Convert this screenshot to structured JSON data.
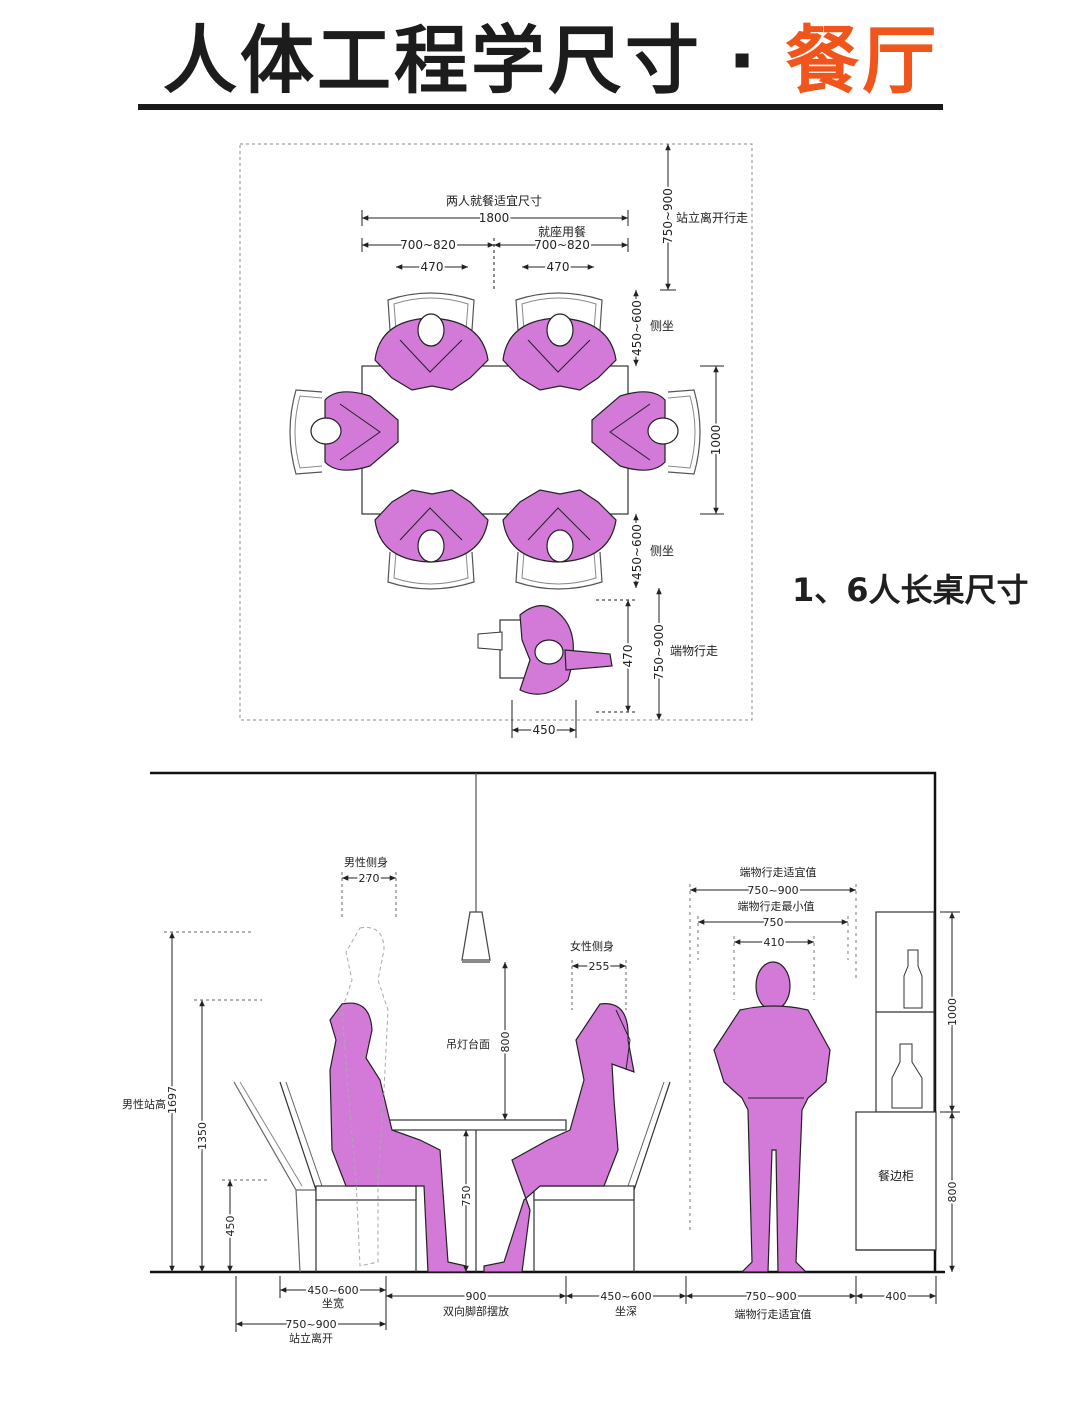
{
  "title": {
    "main": "人体工程学尺寸",
    "separator": "·",
    "accent": "餐厅"
  },
  "section_label": "1、6人长桌尺寸",
  "colors": {
    "figure": "#d37ad9",
    "accent": "#f0551c",
    "line": "#222222"
  },
  "plan": {
    "two_person_label": "两人就餐适宜尺寸",
    "total_width": "1800",
    "seat_width_left": "700~820",
    "seat_width_right": "700~820",
    "dining_label": "就座用餐",
    "chair_width_left": "470",
    "chair_width_right": "470",
    "standing_clearance": "750~900",
    "standing_label": "站立离开行走",
    "side_seat_depth_top": "450~600",
    "side_seat_label_top": "侧坐",
    "side_seat_depth_bottom": "450~600",
    "side_seat_label_bottom": "侧坐",
    "table_depth": "1000",
    "serving_person_depth": "470",
    "serving_clearance": "750~900",
    "serving_label": "端物行走",
    "serving_person_width": "450"
  },
  "elevation": {
    "male_side_label": "男性侧身",
    "male_side_width": "270",
    "female_side_label": "女性侧身",
    "female_side_width": "255",
    "male_height_label": "男性站高",
    "male_height": "1697",
    "eye_height": "1350",
    "seat_height": "450",
    "lamp_label": "吊灯台面",
    "lamp_height": "800",
    "table_height": "750",
    "serve_optimal_label": "端物行走适宜值",
    "serve_optimal": "750~900",
    "serve_min_label": "端物行走最小值",
    "serve_min": "750",
    "shoulder_width": "410",
    "cabinet_upper": "1000",
    "cabinet_lower": "800",
    "cabinet_label": "餐边柜",
    "seat_width": "450~600",
    "seat_width_label": "坐宽",
    "stand_leave": "750~900",
    "stand_leave_label": "站立离开",
    "feet_space": "900",
    "feet_space_label": "双向脚部摆放",
    "seat_depth": "450~600",
    "seat_depth_label": "坐深",
    "walk_optimal": "750~900",
    "walk_optimal_label": "端物行走适宜值",
    "cabinet_depth": "400"
  }
}
